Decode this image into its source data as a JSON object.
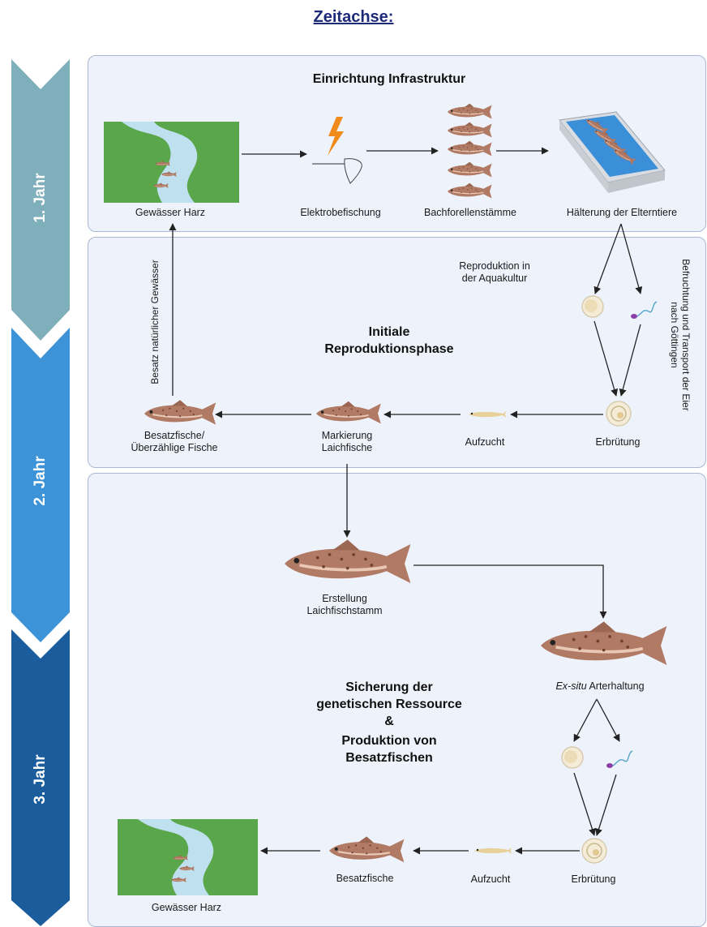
{
  "title": "Zeitachse:",
  "timeline": {
    "years": [
      {
        "label": "1.  Jahr",
        "color": "#7fafba"
      },
      {
        "label": "2. Jahr",
        "color": "#3d93d8"
      },
      {
        "label": "3. Jahr",
        "color": "#1b5c9c"
      }
    ]
  },
  "panel1": {
    "heading": "Einrichtung Infrastruktur",
    "labels": {
      "river": "Gewässer Harz",
      "electrofishing": "Elektrobefischung",
      "strains": "Bachforellenstämme",
      "holding": "Hälterung der Elterntiere"
    }
  },
  "panel2": {
    "heading_line1": "Initiale",
    "heading_line2": "Reproduktionsphase",
    "reproduction_line1": "Reproduktion in",
    "reproduction_line2": "der Aquakultur",
    "side_line1": "Befruchtung und Transport der Eier",
    "side_line2": "nach Göttingen",
    "stocking_vertical": "Besatz natürlicher Gewässer",
    "labels": {
      "stock_line1": "Besatzfische/",
      "stock_line2": "Überzählige Fische",
      "marking_line1": "Markierung",
      "marking_line2": "Laichfische",
      "rearing": "Aufzucht",
      "hatching": "Erbrütung"
    }
  },
  "panel3": {
    "heading_line1": "Sicherung der",
    "heading_line2": "genetischen Ressource",
    "heading_line3": "&",
    "heading_line4": "Produktion von",
    "heading_line5": "Besatzfischen",
    "labels": {
      "broodstock_line1": "Erstellung",
      "broodstock_line2": "Laichfischstamm",
      "exsitu_italic": "Ex-situ",
      "exsitu_rest": " Arterhaltung",
      "hatching": "Erbrütung",
      "rearing": "Aufzucht",
      "stocking": "Besatzfische",
      "river": "Gewässer Harz"
    }
  },
  "colors": {
    "panel_fill": "#eef3fb",
    "panel_border": "#a9b8d6",
    "fish_body": "#b07a64",
    "grass": "#5aa64a",
    "water": "#bfe0ee",
    "lightning": "#f08a1a",
    "tank_water": "#3a8fd8"
  },
  "icons": [
    "river-landscape-icon",
    "lightning-icon",
    "landing-net-icon",
    "trout-icon",
    "holding-tank-icon",
    "egg-icon",
    "sperm-icon",
    "hatching-egg-icon",
    "larva-icon"
  ]
}
